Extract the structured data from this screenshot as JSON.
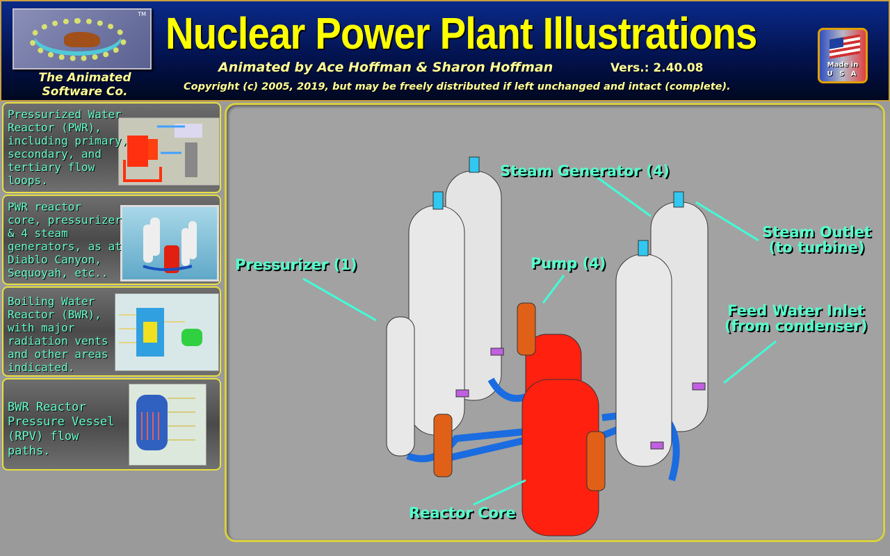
{
  "header": {
    "logo_text": "The Animated Software Co.",
    "logo_tm": "TM",
    "company_line1": "The Animated",
    "company_line2": "Software Co.",
    "title": "Nuclear Power Plant Illustrations",
    "authors": "Animated by Ace Hoffman & Sharon Hoffman",
    "version": "Vers.: 2.40.08",
    "copyright": "Copyright (c) 2005, 2019, but may be freely distributed if left unchanged and intact (complete).",
    "badge_line1": "Made in",
    "badge_line2": "U S A"
  },
  "sidebar": {
    "items": [
      {
        "label": "Pressurized Water\nReactor (PWR),\nincluding primary,\nsecondary, and\ntertiary flow\nloops."
      },
      {
        "label": "PWR reactor\ncore, pressurizer\n& 4 steam\ngenerators, as at\nDiablo Canyon,\nSequoyah, etc.."
      },
      {
        "label": "Boiling Water\nReactor (BWR),\nwith major\nradiation vents\nand other areas\nindicated."
      },
      {
        "label": "BWR Reactor\nPressure Vessel\n(RPV) flow\npaths."
      }
    ]
  },
  "diagram": {
    "labels": {
      "steam_generator": "Steam Generator (4)",
      "steam_outlet_1": "Steam Outlet",
      "steam_outlet_2": "(to turbine)",
      "pressurizer": "Pressurizer (1)",
      "pump": "Pump (4)",
      "feed_water_1": "Feed Water Inlet",
      "feed_water_2": "(from condenser)",
      "reactor_core": "Reactor Core"
    },
    "colors": {
      "vessel": "#e8e8e8",
      "reactor": "#ff2010",
      "pipe": "#1a6ce0",
      "pump": "#e06018",
      "nozzle": "#30c8f0",
      "inlet": "#c060e0",
      "leader": "#40ffd8"
    }
  }
}
